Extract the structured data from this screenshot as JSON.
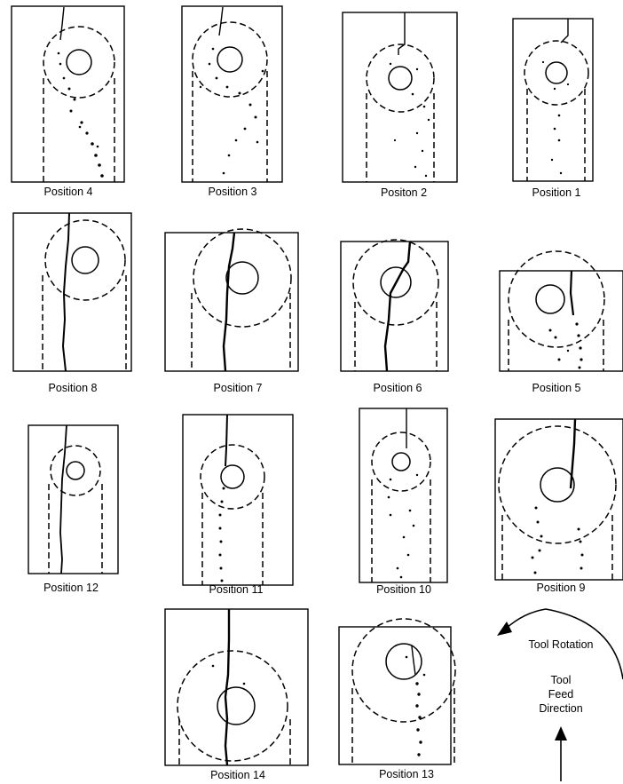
{
  "figure": {
    "panels": [
      {
        "id": "p4",
        "label": "Position  4"
      },
      {
        "id": "p3",
        "label": "Position  3"
      },
      {
        "id": "p2",
        "label": "Positon  2"
      },
      {
        "id": "p1",
        "label": "Position  1"
      },
      {
        "id": "p8",
        "label": "Position  8"
      },
      {
        "id": "p7",
        "label": "Position  7"
      },
      {
        "id": "p6",
        "label": "Position  6"
      },
      {
        "id": "p5",
        "label": "Position  5"
      },
      {
        "id": "p12",
        "label": "Position  12"
      },
      {
        "id": "p11",
        "label": "Position  11"
      },
      {
        "id": "p10",
        "label": "Position  10"
      },
      {
        "id": "p9",
        "label": "Position  9"
      },
      {
        "id": "p14",
        "label": "Position  14"
      },
      {
        "id": "p13",
        "label": "Position  13"
      }
    ],
    "legend": {
      "rotation_label": "Tool Rotation",
      "feed_line1": "Tool",
      "feed_line2": "Feed",
      "feed_line3": "Direction"
    }
  }
}
